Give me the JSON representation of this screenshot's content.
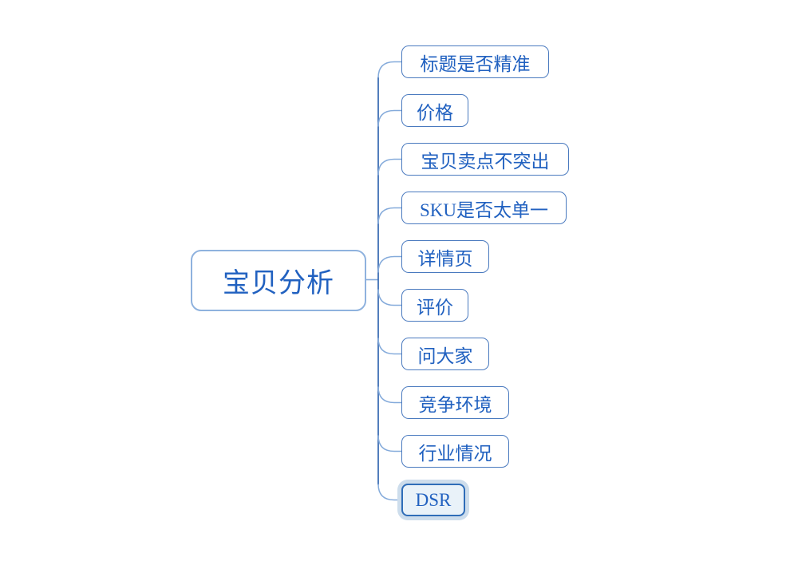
{
  "mindmap": {
    "root": {
      "label": "宝贝分析"
    },
    "children": [
      {
        "label": "标题是否精准",
        "selected": false
      },
      {
        "label": "价格",
        "selected": false
      },
      {
        "label": "宝贝卖点不突出",
        "selected": false
      },
      {
        "label": "SKU是否太单一",
        "selected": false
      },
      {
        "label": "详情页",
        "selected": false
      },
      {
        "label": "评价",
        "selected": false
      },
      {
        "label": "问大家",
        "selected": false
      },
      {
        "label": "竞争环境",
        "selected": false
      },
      {
        "label": "行业情况",
        "selected": false
      },
      {
        "label": "DSR",
        "selected": true
      }
    ],
    "colors": {
      "topic_text": "#2161c0",
      "root_border": "#8fb2de",
      "subtopic_border": "#4a7abf",
      "selected_border": "#2f6db8",
      "selected_fill": "#e9f2f9",
      "selection_halo": "#cdddec",
      "spine": "#3f6fb5",
      "branch": "#85abdb",
      "background": "#ffffff"
    }
  }
}
